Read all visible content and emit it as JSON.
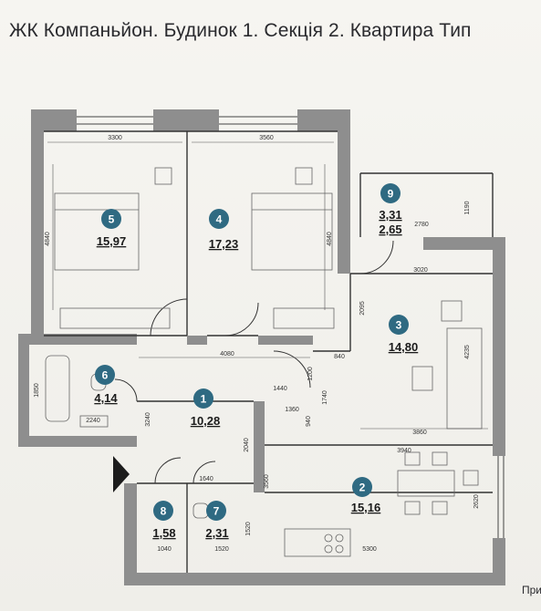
{
  "title": "ЖК Компаньйон. Будинок 1. Секція 2. Квартира Тип",
  "footer_text": "При",
  "colors": {
    "wall": "#8e8e8e",
    "room_badge": "#2f6a82",
    "background": "#f4f3ef",
    "line": "#333333"
  },
  "rooms": [
    {
      "number": "1",
      "area": "10,28"
    },
    {
      "number": "2",
      "area": "15,16"
    },
    {
      "number": "3",
      "area": "14,80"
    },
    {
      "number": "4",
      "area": "17,23"
    },
    {
      "number": "5",
      "area": "15,97"
    },
    {
      "number": "6",
      "area": "4,14"
    },
    {
      "number": "7",
      "area": "2,31"
    },
    {
      "number": "8",
      "area": "1,58"
    },
    {
      "number": "9",
      "area": "3,31",
      "area2": "2,65"
    }
  ],
  "dimensions": {
    "d3300": "3300",
    "d3560": "3560",
    "d4840a": "4840",
    "d4840b": "4840",
    "d1190": "1190",
    "d2780": "2780",
    "d3020": "3020",
    "d2095": "2095",
    "d4080": "4080",
    "d840": "840",
    "d4235": "4235",
    "d1200": "1200",
    "d1440": "1440",
    "d1360": "1360",
    "d1740": "1740",
    "d940": "940",
    "d3860": "3860",
    "d3940": "3940",
    "d1850": "1850",
    "d2240": "2240",
    "d3240": "3240",
    "d2040": "2040",
    "d1640": "1640",
    "d3560b": "3560",
    "d2620": "2620",
    "d1520a": "1520",
    "d1040": "1040",
    "d1520b": "1520",
    "d5300": "5300"
  }
}
